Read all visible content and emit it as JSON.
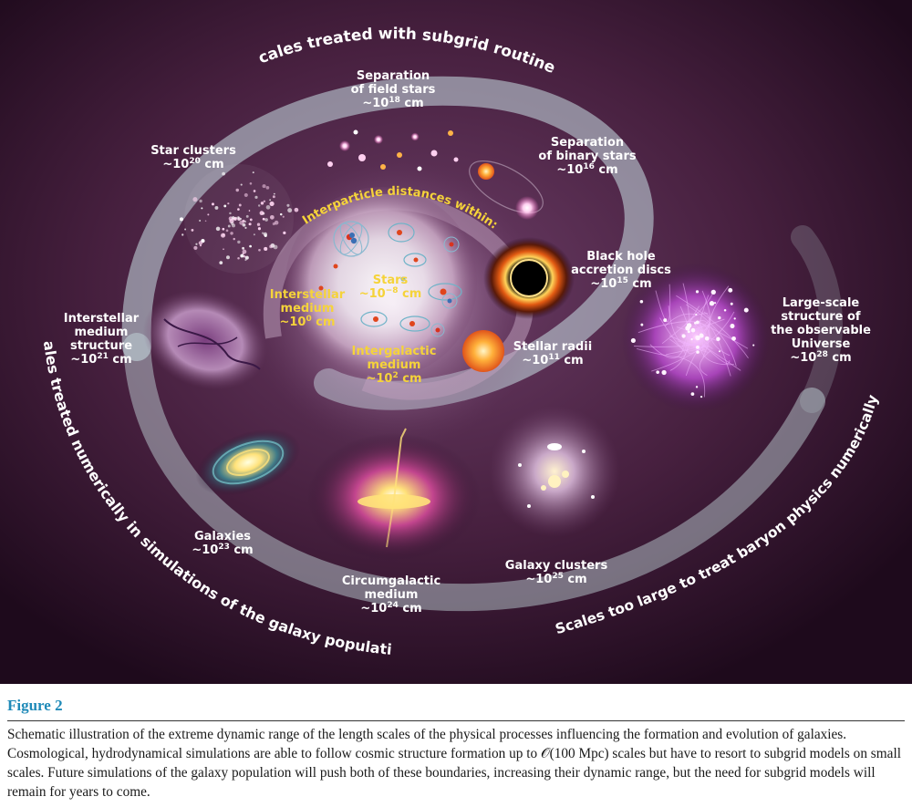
{
  "figure": {
    "arc_top": "Scales treated with subgrid routines",
    "arc_left": "Scales treated numerically in simulations of the galaxy population",
    "arc_right": "Scales too large to treat baryon physics numerically",
    "arc_inner": "Interparticle distances within:",
    "labels": {
      "field_stars": [
        "Separation",
        "of field stars",
        "~10",
        "18",
        " cm"
      ],
      "binary_stars": [
        "Separation",
        "of binary stars",
        "~10",
        "16",
        " cm"
      ],
      "star_clusters": [
        "Star clusters",
        "~10",
        "20",
        " cm"
      ],
      "black_hole": [
        "Black hole",
        "accretion discs",
        "~10",
        "15",
        " cm"
      ],
      "ism_structure": [
        "Interstellar",
        "medium",
        "structure",
        "~10",
        "21",
        " cm"
      ],
      "stellar_radii": [
        "Stellar radii",
        "~10",
        "11",
        " cm"
      ],
      "large_scale": [
        "Large-scale",
        "structure of",
        "the observable",
        "Universe",
        "~10",
        "28",
        " cm"
      ],
      "galaxies": [
        "Galaxies",
        "~10",
        "23",
        " cm"
      ],
      "cgm": [
        "Circumgalactic",
        "medium",
        "~10",
        "24",
        " cm"
      ],
      "galaxy_clusters": [
        "Galaxy clusters",
        "~10",
        "25",
        " cm"
      ],
      "stars_inner": [
        "Stars",
        "~10",
        "−8",
        " cm"
      ],
      "ism_inner": [
        "Interstellar",
        "medium",
        "~10",
        "0",
        " cm"
      ],
      "igm_inner": [
        "Intergalactic",
        "medium",
        "~10",
        "2",
        " cm"
      ]
    }
  },
  "caption": {
    "label": "Figure 2",
    "text": "Schematic illustration of the extreme dynamic range of the length scales of the physical processes influencing the formation and evolution of galaxies. Cosmological, hydrodynamical simulations are able to follow cosmic structure formation up to 𝒪(100 Mpc) scales but have to resort to subgrid models on small scales. Future simulations of the galaxy population will push both of these boundaries, increasing their dynamic range, but the need for subgrid models will remain for years to come."
  },
  "colors": {
    "background_dark": "#2a0f2a",
    "background_mid": "#5a2f58",
    "ring": "#c9dfe3",
    "label_white": "#ffffff",
    "label_yellow": "#f5d33a",
    "caption_label": "#1f8ab8"
  }
}
